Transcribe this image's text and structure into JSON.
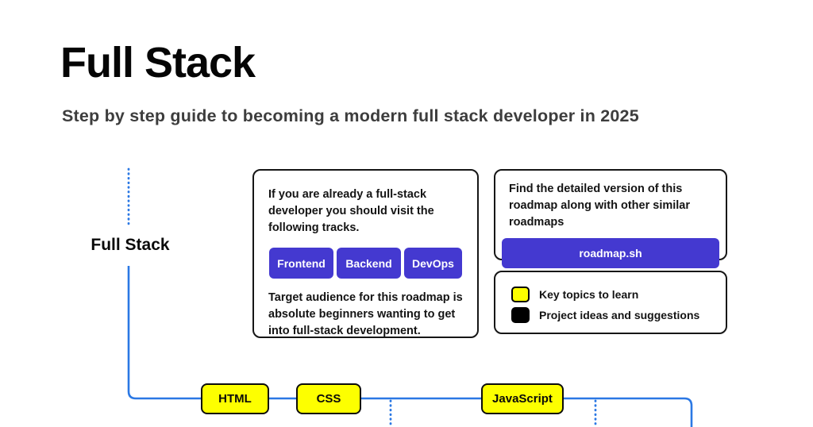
{
  "page": {
    "title": "Full Stack",
    "subtitle": "Step by step guide to becoming a modern full stack developer in 2025"
  },
  "root_label": "Full Stack",
  "tracks_box": {
    "intro": "If you are already a full-stack developer you should visit the following tracks.",
    "buttons": [
      {
        "label": "Frontend"
      },
      {
        "label": "Backend"
      },
      {
        "label": "DevOps"
      }
    ],
    "audience": "Target audience for this roadmap is absolute beginners wanting to get into full-stack development."
  },
  "detail_box": {
    "text": "Find the detailed version of this roadmap along with other similar roadmaps",
    "button_label": "roadmap.sh"
  },
  "legend_box": {
    "items": [
      {
        "swatch": "yellow-rounded-square",
        "label": "Key topics to learn"
      },
      {
        "swatch": "black-rounded-square",
        "label": "Project ideas and suggestions"
      }
    ]
  },
  "nodes": [
    {
      "label": "HTML"
    },
    {
      "label": "CSS"
    },
    {
      "label": "JavaScript"
    }
  ],
  "colors": {
    "accent_purple": "#4439D0",
    "node_yellow": "#FDFF00",
    "wire_blue": "#2B78E4",
    "swatch_black": "#000000"
  }
}
